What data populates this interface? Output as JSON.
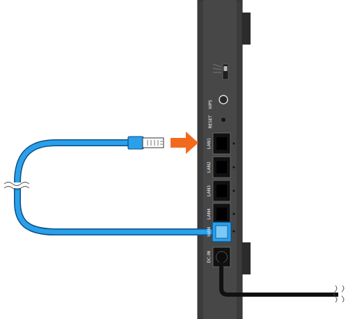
{
  "diagram": {
    "labels": [
      "WPS",
      "RESET",
      "LAN1",
      "LAN2",
      "LAN3",
      "LAN4",
      "WAN",
      "DC-IN"
    ]
  }
}
